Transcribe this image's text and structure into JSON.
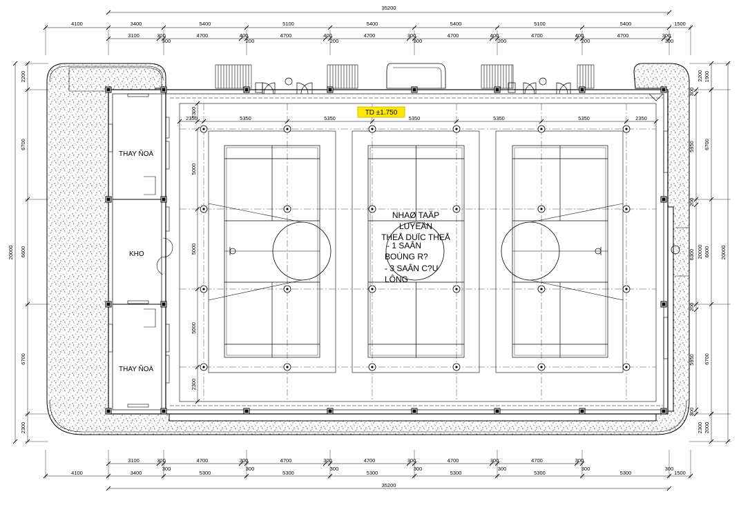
{
  "plan": {
    "level_tag": "TD ±1.750",
    "level_tag_color": "#ffe800",
    "rooms": {
      "change_top": "THAY ÑOÀ",
      "storage": "KHO",
      "change_bottom": "THAY ÑOÀ"
    },
    "hall_label_lines": [
      "NHAØ TAÄP",
      "LUYEÄN",
      "THEÅ DUÏC THEÅ",
      "- 1 SAÂN",
      "BOÙNG R?",
      "- 3 SAÂN C?U",
      "LÔNG"
    ],
    "top_overall": "35200",
    "top_row1": [
      "4100",
      "3400",
      "5400",
      "5100",
      "5400",
      "5400",
      "5100",
      "5400",
      "1500"
    ],
    "top_row2": [
      "3100",
      "300",
      "4700",
      "400",
      "4700",
      "400",
      "4700",
      "300",
      "4700",
      "400",
      "4700",
      "400",
      "4700",
      "300"
    ],
    "top_row3": [
      "300",
      "200",
      "200",
      "300",
      "200",
      "200",
      "300"
    ],
    "bottom_row1": [
      "3100",
      "300",
      "4700",
      "300",
      "4700",
      "300",
      "4700",
      "300",
      "4700",
      "300",
      "4700",
      "300"
    ],
    "bottom_row2": [
      "300",
      "300",
      "300",
      "300",
      "300",
      "300",
      "300"
    ],
    "bottom_row3": [
      "4100",
      "3400",
      "5300",
      "5300",
      "5300",
      "5300",
      "5300",
      "5300",
      "1500"
    ],
    "bottom_overall": "35200",
    "left_outer": [
      "2200",
      "6700",
      "6600",
      "6700",
      "2300"
    ],
    "left_total": "20000",
    "right_inner": [
      "300",
      "5950",
      "200",
      "6300",
      "200",
      "5950",
      "300"
    ],
    "right_mid": [
      "6700",
      "6600",
      "6700"
    ],
    "right_outer": [
      "2200",
      "20000",
      "2300"
    ],
    "right_top_small": "1900",
    "right_bottom_small": "2000",
    "right_total": "20000",
    "inner_top_row": [
      "2350",
      "5350",
      "5350",
      "5350",
      "5350",
      "5350",
      "2350"
    ],
    "inner_top_left_small": "2300",
    "inner_left_col": [
      "5000",
      "5000",
      "5000"
    ],
    "inner_left_bottom_small": "2300"
  }
}
